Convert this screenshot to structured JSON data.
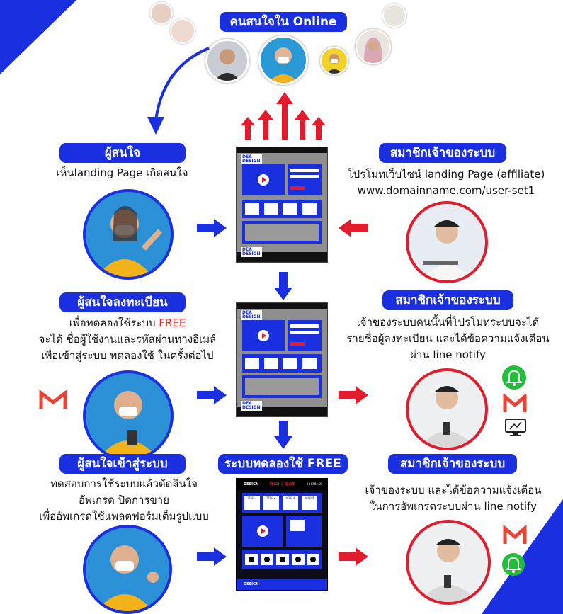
{
  "top": {
    "title": "คนสนใจใน Online"
  },
  "steps": [
    {
      "title": "ผู้สนใจ",
      "lines": [
        "เห็นlanding Page เกิดสนใจ"
      ]
    },
    {
      "title": "ผู้สนใจลงทะเบียน",
      "line1_prefix": "เพื่อทดลองใช้ระบบ ",
      "line1_highlight": "FREE",
      "lines": [
        "จะได้ ชื่อผู้ใช้งานและรหัสผ่านทางอีเมล์",
        "เพื่อเข้าสู่ระบบ ทดลองใช้ ในครั้งต่อไป"
      ]
    },
    {
      "title": "ผู้สนใจเข้าสู่ระบบ",
      "lines": [
        "ทดสอบการใช้ระบบแล้วตัดสินใจ",
        "อัพเกรด ปิดการขาย",
        "เพื่ออัพเกรดใช้แพลตฟอร์มเต็มรูปแบบ"
      ]
    }
  ],
  "members": [
    {
      "title": "สมาชิกเจ้าของระบบ",
      "lines": [
        "โปรโมทเว็บไซน์ landing Page  (affiliate)",
        "www.domainname.com/user-set1"
      ]
    },
    {
      "title": "สมาชิกเจ้าของระบบ",
      "lines": [
        "เจ้าของระบบคนนั้นที่โปรโมทระบบจะได้",
        "รายชื่อผู้ลงทะเบียน  และได้ข้อความแจ้งเตือน",
        "ผ่าน line notify"
      ]
    },
    {
      "title": "สมาชิกเจ้าของระบบ",
      "lines": [
        "เจ้าของระบบ  และได้ข้อความแจ้งเตือน",
        "ในการอัพเกรดระบบผ่าน line notify"
      ]
    }
  ],
  "trial": {
    "title": "ระบบทดลองใช้ FREE"
  },
  "mockups": {
    "logo_line1": "DEA",
    "logo_line2": "DESIGN",
    "trial_logo": "DESIGN",
    "trial_header": "Trial  7 DAY",
    "trial_time": "HH:MM:SS",
    "trial_steps": [
      "Step 1",
      "Step 2",
      "Step 3",
      "Step 4"
    ]
  },
  "colors": {
    "primary_blue": "#1a2fe0",
    "accent_red": "#e31c2d",
    "line_green": "#1fbf3a",
    "gmail_red": "#ea4335"
  },
  "icons": [
    "gmail-icon",
    "line-bell-icon",
    "monitor-icon",
    "play-icon",
    "up-arrow-icon"
  ]
}
